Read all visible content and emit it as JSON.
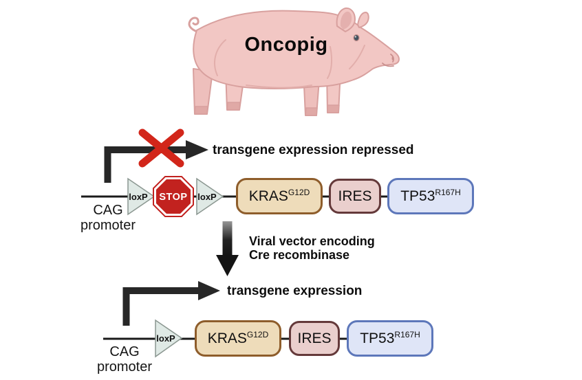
{
  "title": "Oncopig",
  "repressed": {
    "label": "transgene expression repressed",
    "promoter": {
      "line1": "CAG",
      "line2": "promoter"
    },
    "lox1": "loxP",
    "stop": "STOP",
    "lox2": "loxP",
    "genes": [
      {
        "name": "KRAS",
        "sup": "G12D"
      },
      {
        "name": "IRES",
        "sup": ""
      },
      {
        "name": "TP53",
        "sup": "R167H"
      }
    ]
  },
  "transition": {
    "line1": "Viral vector encoding",
    "line2": "Cre recombinase"
  },
  "expressed": {
    "label": "transgene expression",
    "promoter": {
      "line1": "CAG",
      "line2": "promoter"
    },
    "lox1": "loxP",
    "genes": [
      {
        "name": "KRAS",
        "sup": "G12D"
      },
      {
        "name": "IRES",
        "sup": ""
      },
      {
        "name": "TP53",
        "sup": "R167H"
      }
    ]
  },
  "colors": {
    "kras_fill": "#eedcba",
    "kras_border": "#8e5d2b",
    "ires_fill": "#eacfcd",
    "ires_border": "#64393a",
    "tp53_fill": "#dfe5f7",
    "tp53_border": "#5d77ba",
    "lox_fill": "#dfe9e5",
    "lox_border": "#8a9690",
    "stop_red": "#c2221f",
    "cross_red": "#d2261a",
    "arrow_black": "#262626",
    "pig_pink": "#f2c7c4"
  }
}
